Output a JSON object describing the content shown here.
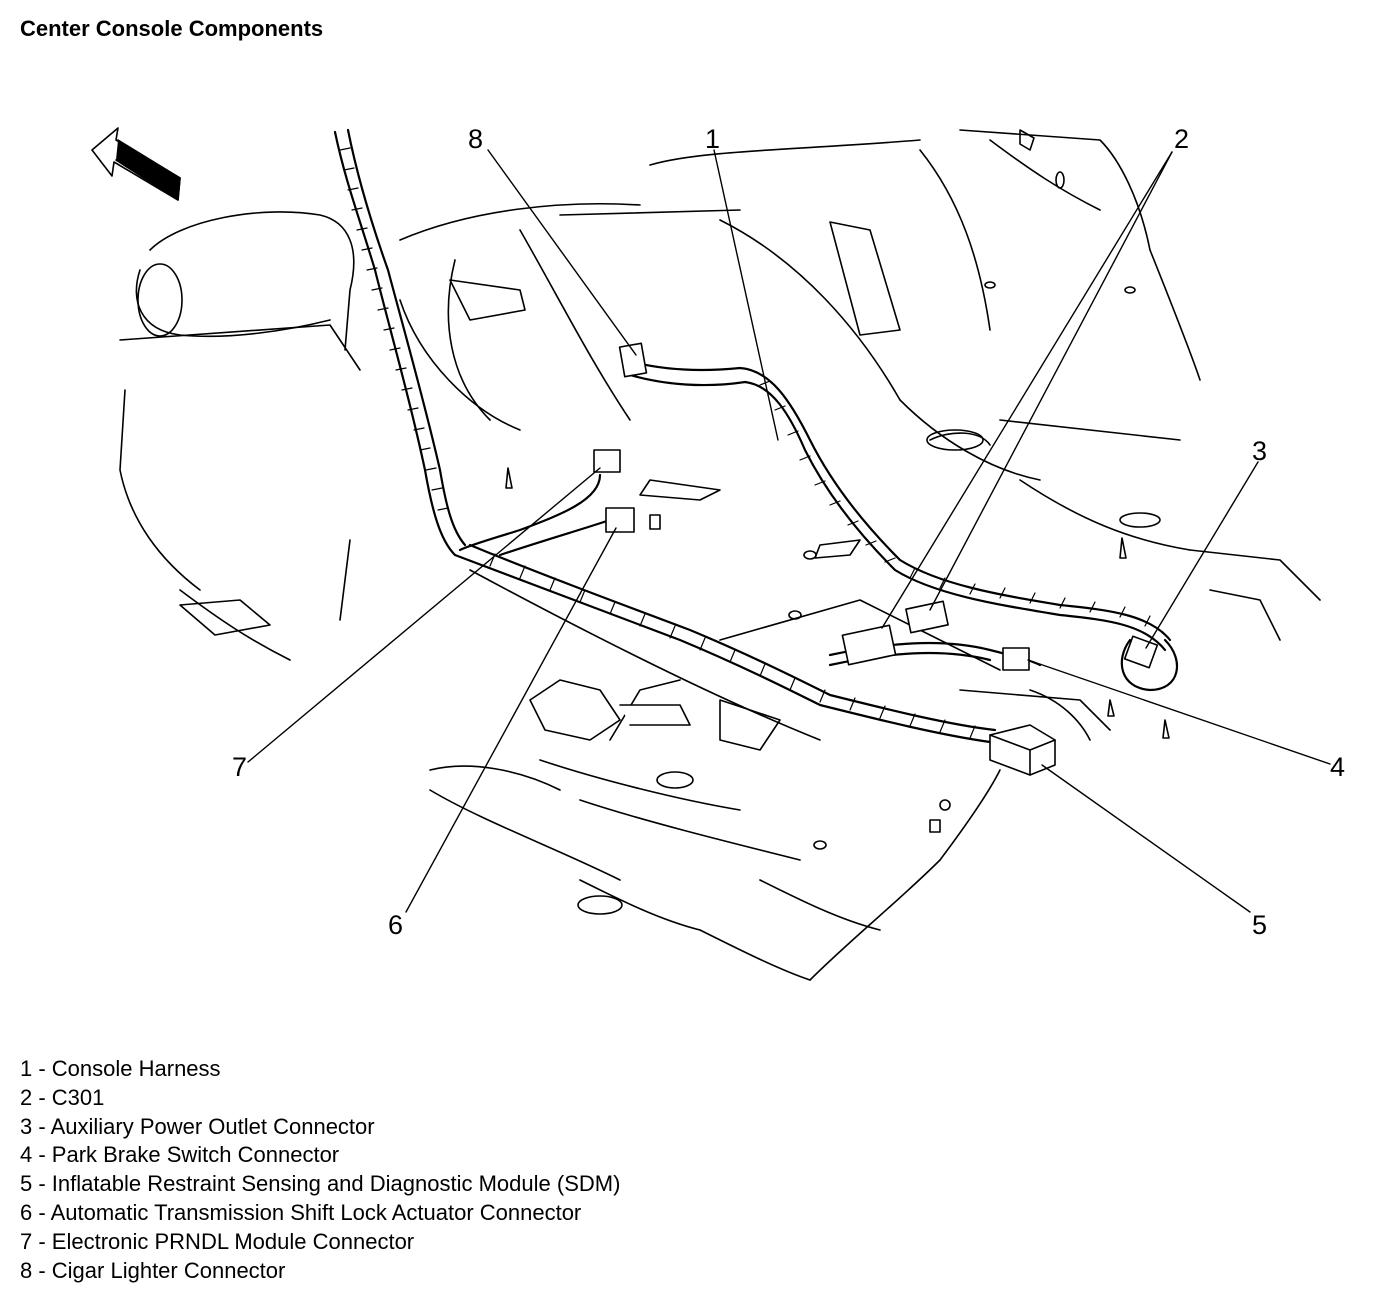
{
  "title": "Center Console Components",
  "callouts": [
    "1",
    "2",
    "3",
    "4",
    "5",
    "6",
    "7",
    "8"
  ],
  "legend": [
    "1 - Console Harness",
    "2 - C301",
    "3 - Auxiliary Power Outlet Connector",
    "4 - Park Brake Switch Connector",
    "5 - Inflatable Restraint Sensing and Diagnostic Module (SDM)",
    "6 - Automatic Transmission Shift Lock Actuator Connector",
    "7 - Electronic PRNDL Module Connector",
    "8 - Cigar Lighter Connector"
  ]
}
